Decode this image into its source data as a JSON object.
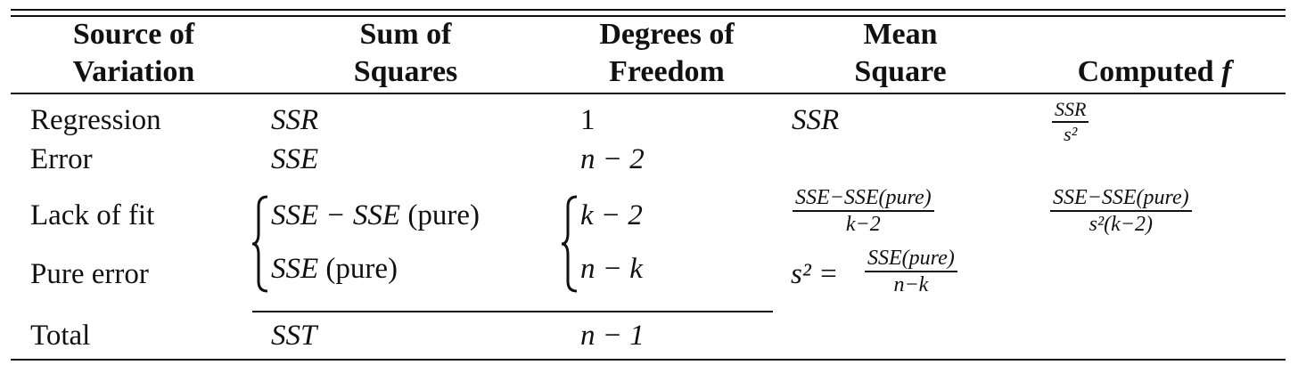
{
  "header": {
    "source": [
      "Source of",
      "Variation"
    ],
    "sum_squares": [
      "Sum of",
      "Squares"
    ],
    "degrees": [
      "Degrees of",
      "Freedom"
    ],
    "mean_square": [
      "Mean",
      "Square"
    ],
    "computed_f": {
      "text": "Computed",
      "symbol": "f"
    }
  },
  "rows": {
    "regression": {
      "label": "Regression",
      "ss": "SSR",
      "df": "1",
      "ms": "SSR",
      "f": {
        "num": "SSR",
        "den": "s²"
      }
    },
    "error": {
      "label": "Error",
      "ss": "SSE",
      "df": "n − 2"
    },
    "lack_of_fit": {
      "label": "Lack of fit",
      "ss": {
        "expr": "SSE − SSE",
        "suffix": "(pure)"
      },
      "df": "k − 2",
      "ms": {
        "num": "SSE−SSE(pure)",
        "den": "k−2"
      },
      "f": {
        "num": "SSE−SSE(pure)",
        "den": "s²(k−2)"
      }
    },
    "pure_error": {
      "label": "Pure error",
      "ss": {
        "expr": "SSE",
        "suffix": "(pure)"
      },
      "df": "n − k",
      "ms": {
        "lhs": "s² =",
        "num": "SSE(pure)",
        "den": "n−k"
      }
    },
    "total": {
      "label": "Total",
      "ss": "SST",
      "df": "n − 1"
    }
  }
}
